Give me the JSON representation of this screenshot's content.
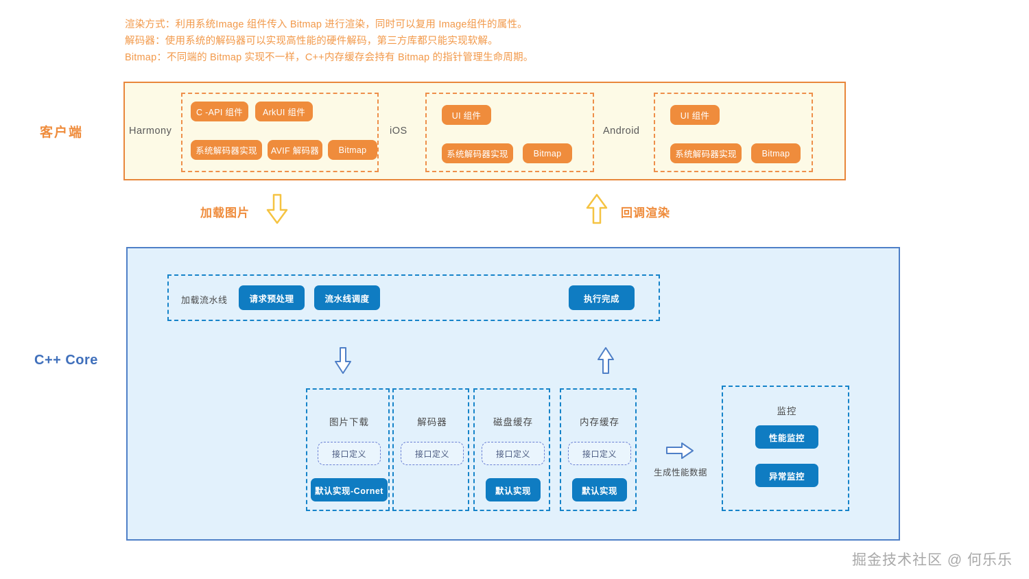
{
  "notes": [
    "渲染方式：利用系统Image 组件传入 Bitmap 进行渲染，同时可以复用 Image组件的属性。",
    "解码器：使用系统的解码器可以实现高性能的硬件解码，第三方库都只能实现软解。",
    "Bitmap：不同端的 Bitmap 实现不一样，C++内存缓存会持有 Bitmap 的指针管理生命周期。"
  ],
  "client": {
    "label": "客户端",
    "platforms": [
      {
        "name": "Harmony",
        "chips_row1": [
          "C -API 组件",
          "ArkUI 组件"
        ],
        "chips_row2": [
          "系统解码器实现",
          "AVIF 解码器",
          "Bitmap"
        ]
      },
      {
        "name": "iOS",
        "chips_row1": [
          "UI 组件"
        ],
        "chips_row2": [
          "系统解码器实现",
          "Bitmap"
        ]
      },
      {
        "name": "Android",
        "chips_row1": [
          "UI 组件"
        ],
        "chips_row2": [
          "系统解码器实现",
          "Bitmap"
        ]
      }
    ]
  },
  "transitions": {
    "load": "加载图片",
    "callback": "回调渲染"
  },
  "core": {
    "label": "C++ Core",
    "pipeline": {
      "label": "加载流水线",
      "steps": [
        "请求预处理",
        "流水线调度"
      ],
      "final": "执行完成"
    },
    "modules": [
      {
        "title": "图片下载",
        "interface": "接口定义",
        "impl": "默认实现-Cornet"
      },
      {
        "title": "解码器",
        "interface": "接口定义",
        "impl": null
      },
      {
        "title": "磁盘缓存",
        "interface": "接口定义",
        "impl": "默认实现"
      },
      {
        "title": "内存缓存",
        "interface": "接口定义",
        "impl": "默认实现"
      }
    ],
    "metrics_arrow_label": "生成性能数据",
    "monitor": {
      "title": "监控",
      "items": [
        "性能监控",
        "异常监控"
      ]
    }
  },
  "watermark": "掘金技术社区 @ 何乐乐",
  "colors": {
    "orange": "#ef8c3c",
    "orange_border": "#e8863a",
    "cream_bg": "#fdfae6",
    "blue_btn": "#0f7cc2",
    "blue_border": "#4e7fc7",
    "blue_bg": "#e2f1fc",
    "dash_blue": "#1583c9",
    "core_text": "#3f6fbb",
    "arrow_gold": "#f5c342"
  }
}
